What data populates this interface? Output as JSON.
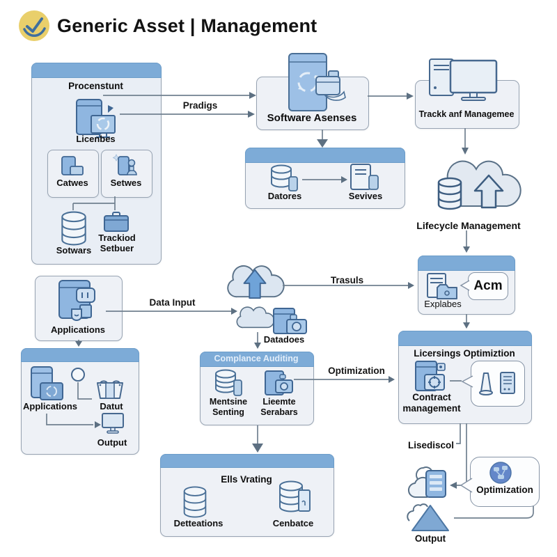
{
  "header": {
    "title": "Generic Asset | Management"
  },
  "edges": {
    "pradigs": "Pradigs",
    "data_input": "Data Input",
    "trasuls": "Trasuls",
    "optimization": "Optimization"
  },
  "procenstunt": {
    "title": "Procenstunt",
    "main_label": "Licenbes",
    "sub1": "Catwes",
    "sub2": "Setwes",
    "db_label": "Sotwars",
    "case_label_1": "Trackiod",
    "case_label_2": "Setbuer"
  },
  "software": {
    "label": "Software Asenses"
  },
  "trackkanf": {
    "label": "Trackk anf Managemee"
  },
  "datores": {
    "item1": "Datores",
    "item2": "Sevives"
  },
  "lifecycle": {
    "label": "Lifecycle Management"
  },
  "explabes": {
    "label": "Explabes",
    "bubble": "Acm"
  },
  "applications": {
    "label": "Applications"
  },
  "datadoes": {
    "label": "Datadoes"
  },
  "compliance": {
    "title": "Complance Auditing",
    "item1_l1": "Mentsine",
    "item1_l2": "Senting",
    "item2_l1": "Lieemte",
    "item2_l2": "Serabars"
  },
  "licersings": {
    "title": "Licersings Optimiztion",
    "item1_l1": "Contract",
    "item1_l2": "management"
  },
  "lisediscol": {
    "label": "Lisediscol"
  },
  "opt_bubble": {
    "label": "Optimization"
  },
  "output_tri": {
    "label": "Output"
  },
  "ells": {
    "title": "Ells Vrating",
    "item1": "Detteations",
    "item2": "Cenbatce"
  },
  "bottom_left": {
    "item1": "Applications",
    "item2": "Datut",
    "item3": "Output"
  },
  "colors": {
    "header_bar": "#7dabd7",
    "box_fill": "#eef1f6",
    "box_border": "#97a3b2",
    "line": "#70808f",
    "icon_blue": "#8fb6e0",
    "icon_light": "#cfe0f2",
    "logo_yellow": "#e9cf6b"
  }
}
